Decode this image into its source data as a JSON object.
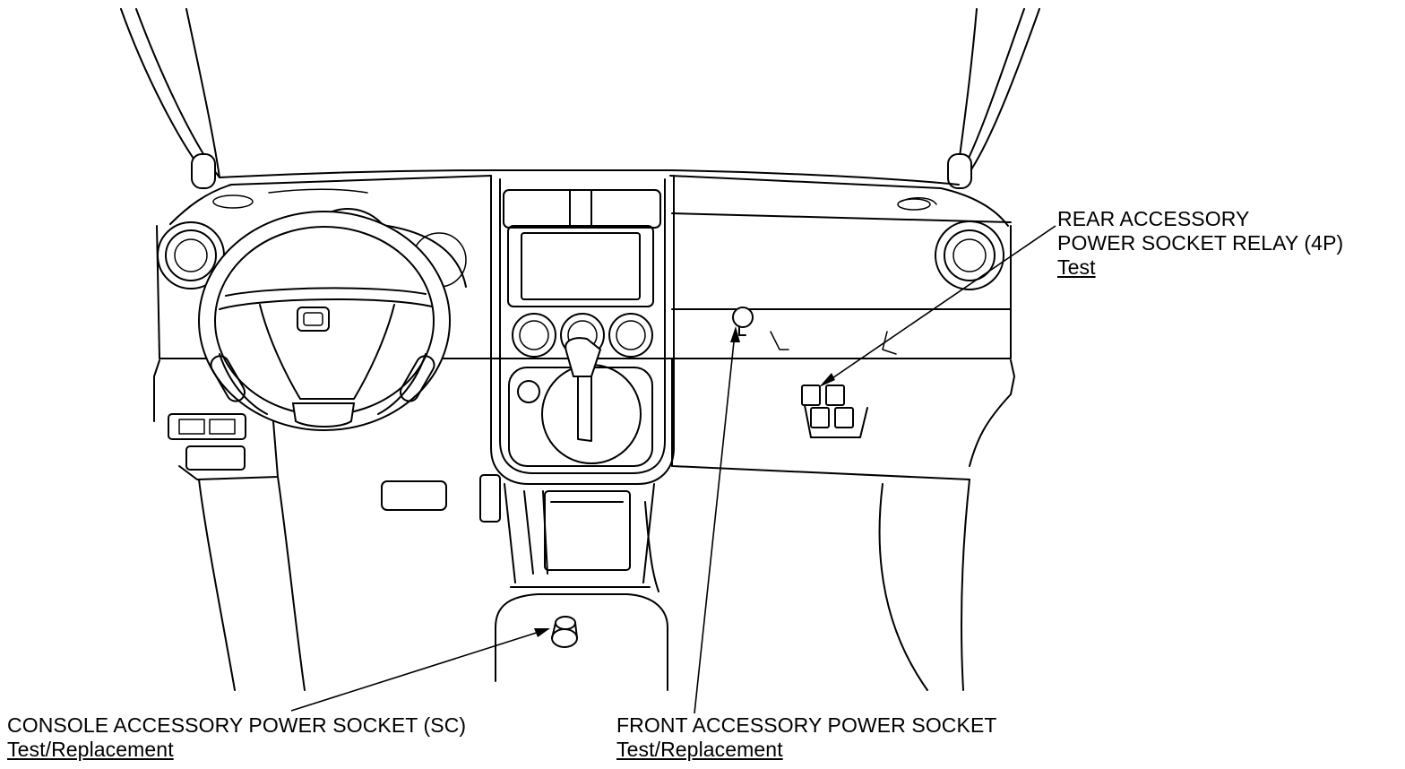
{
  "callouts": {
    "rear_relay": {
      "title_lines": [
        "REAR ACCESSORY",
        "POWER SOCKET RELAY (4P)"
      ],
      "link": "Test"
    },
    "console_socket": {
      "title_lines": [
        "CONSOLE ACCESSORY POWER SOCKET (SC)"
      ],
      "link": "Test/Replacement"
    },
    "front_socket": {
      "title_lines": [
        "FRONT ACCESSORY POWER SOCKET"
      ],
      "link": "Test/Replacement"
    }
  }
}
